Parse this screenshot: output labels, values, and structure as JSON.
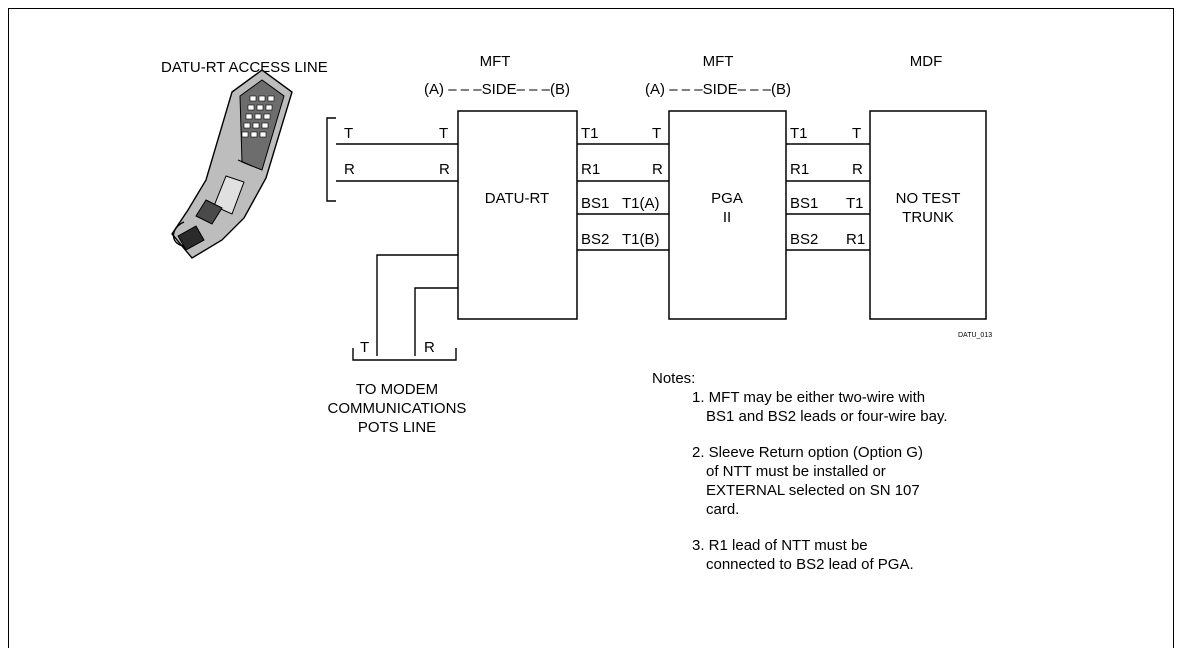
{
  "header": {
    "access_line": "DATU-RT ACCESS LINE",
    "mft1": "MFT",
    "mft1_side": "(A) – – –SIDE– – –(B)",
    "mft2": "MFT",
    "mft2_side": "(A) – – –SIDE– – –(B)",
    "mdf": "MDF"
  },
  "boxes": {
    "datu": "DATU-RT",
    "pga_line1": "PGA",
    "pga_line2": "II",
    "ntt_line1": "NO TEST",
    "ntt_line2": "TRUNK"
  },
  "wires": {
    "left_t_in": "T",
    "left_t_out": "T",
    "left_r_in": "R",
    "left_r_out": "R",
    "datu_t1": "T1",
    "datu_r1": "R1",
    "datu_bs1": "BS1",
    "datu_bs2": "BS2",
    "pga_t": "T",
    "pga_r": "R",
    "pga_t1a": "T1(A)",
    "pga_t1b": "T1(B)",
    "pga_out_t1": "T1",
    "pga_out_r1": "R1",
    "pga_out_bs1": "BS1",
    "pga_out_bs2": "BS2",
    "ntt_t": "T",
    "ntt_r": "R",
    "ntt_t1": "T1",
    "ntt_r1": "R1"
  },
  "pots": {
    "t": "T",
    "r": "R",
    "line1": "TO MODEM",
    "line2": "COMMUNICATIONS",
    "line3": "POTS LINE"
  },
  "figure_id": "DATU_013",
  "notes": {
    "heading": "Notes:",
    "n1_l1": "1. MFT may be either two-wire with",
    "n1_l2": "BS1 and BS2 leads or four-wire bay.",
    "n2_l1": "2. Sleeve Return option (Option G)",
    "n2_l2": "of NTT must be installed or",
    "n2_l3": "EXTERNAL selected on SN 107",
    "n2_l4": "card.",
    "n3_l1": "3. R1 lead of NTT must be",
    "n3_l2": "connected to BS2 lead of PGA."
  }
}
